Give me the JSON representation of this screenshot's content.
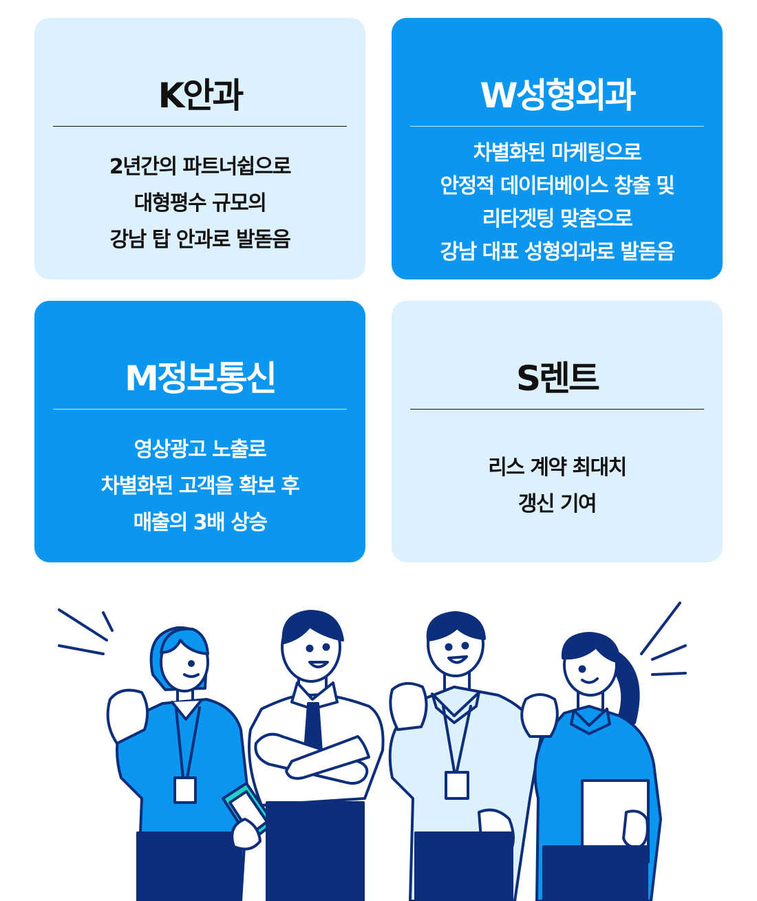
{
  "cards": [
    {
      "title": "K안과",
      "lines": [
        "2년간의 파트너쉽으로",
        "대형평수 규모의",
        "강남 탑 안과로 발돋음"
      ]
    },
    {
      "title": "W성형외과",
      "lines": [
        "차별화된 마케팅으로",
        "안정적 데이터베이스 창출 및",
        "리타겟팅 맞춤으로",
        "강남 대표 성형외과로 발돋음"
      ]
    },
    {
      "title": "M정보통신",
      "lines": [
        "영상광고 노출로",
        "차별화된 고객을 확보 후",
        "매출의 3배 상승"
      ]
    },
    {
      "title": "S렌트",
      "lines": [
        "리스 계약 최대치",
        "갱신 기여"
      ]
    }
  ],
  "colors": {
    "light_card": "#dcf0fd",
    "blue_card": "#0b96ef",
    "navy": "#0d2e7a",
    "ink": "#111111"
  },
  "illustration": {
    "icon": "celebrating-team-illustration"
  }
}
